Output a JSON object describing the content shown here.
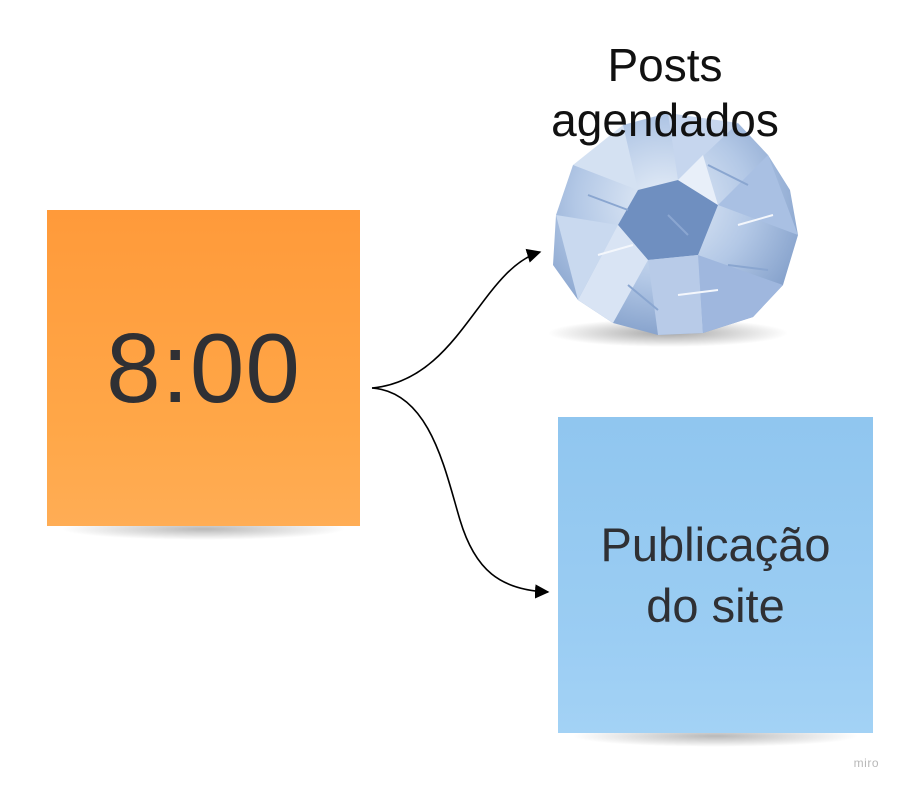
{
  "board": {
    "time_note": {
      "text": "8:00",
      "color": "#ff9a3a"
    },
    "scheduled_label": {
      "line1": "Posts",
      "line2": "agendados"
    },
    "scheduled_image": {
      "icon": "crumpled-paper-ball",
      "color": "#a7bfe0"
    },
    "publish_note": {
      "line1": "Publicação",
      "line2": "do site",
      "color": "#90c6ef"
    },
    "connectors": {
      "color": "#000000"
    }
  },
  "watermark": "miro"
}
